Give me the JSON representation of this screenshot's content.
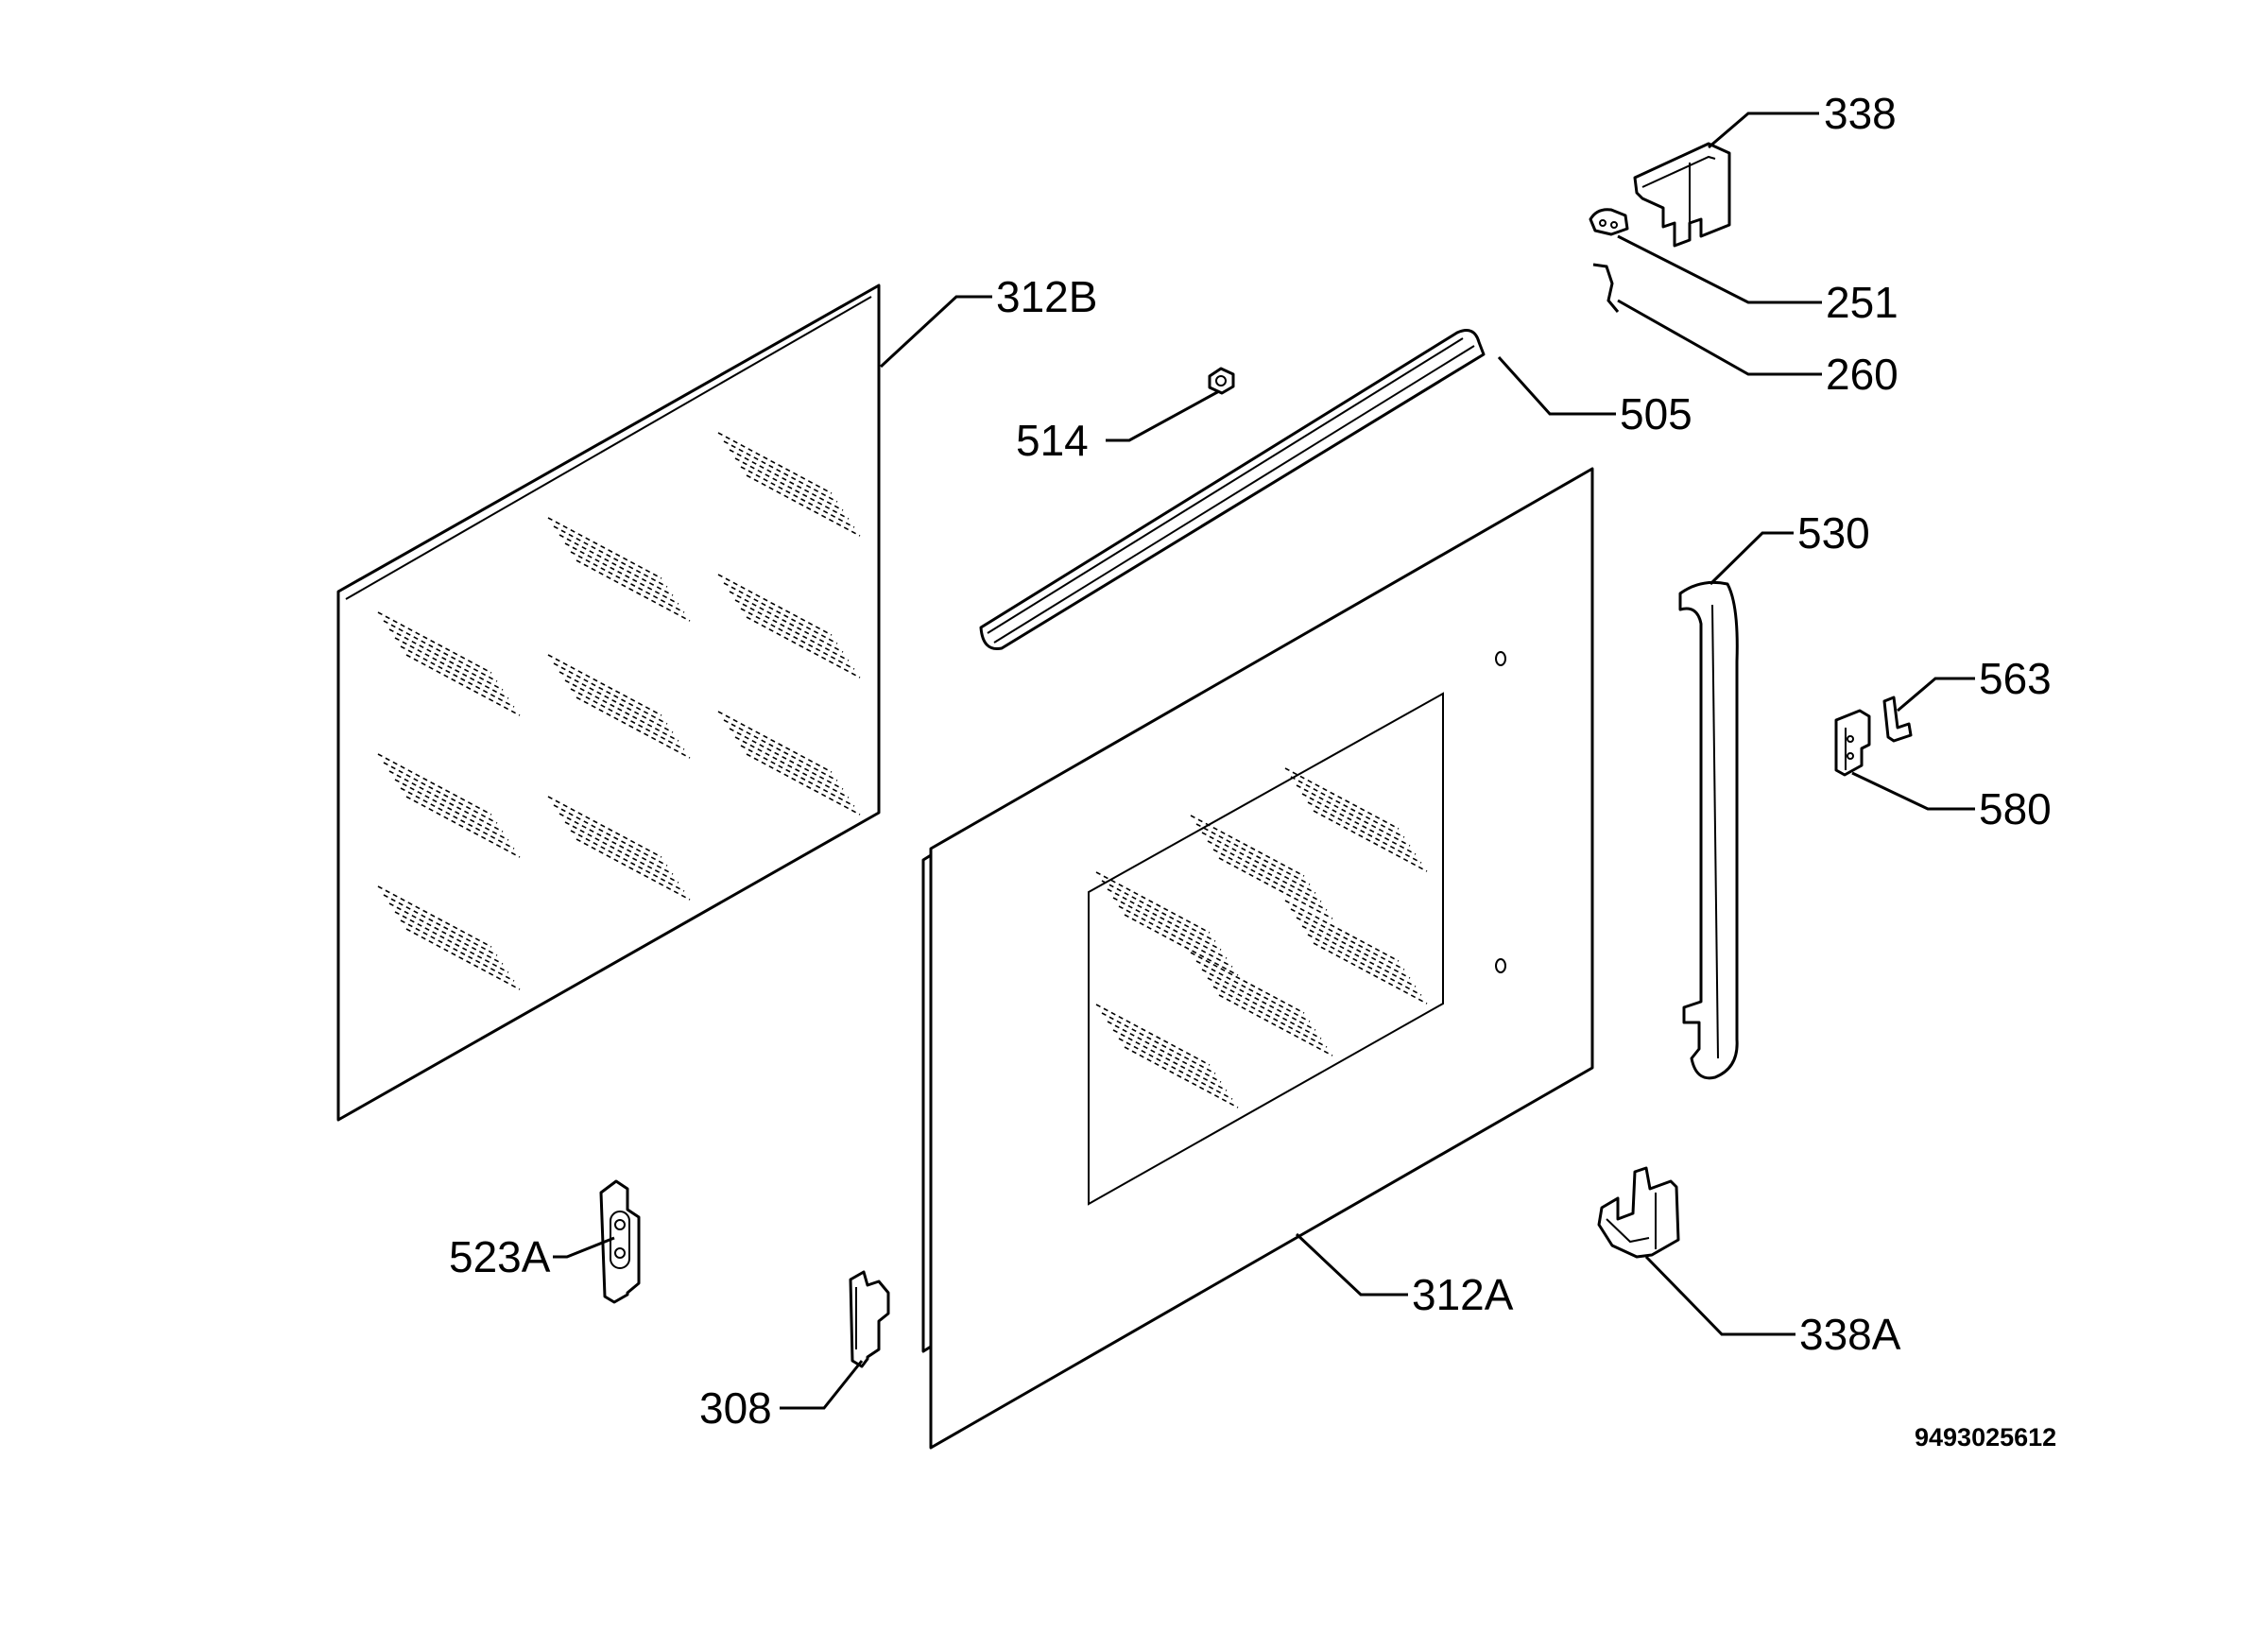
{
  "diagram": {
    "drawing_number": "9493025612",
    "callouts": [
      {
        "id": "338",
        "label": "338"
      },
      {
        "id": "251",
        "label": "251"
      },
      {
        "id": "260",
        "label": "260"
      },
      {
        "id": "312B",
        "label": "312B"
      },
      {
        "id": "505",
        "label": "505"
      },
      {
        "id": "514",
        "label": "514"
      },
      {
        "id": "530",
        "label": "530"
      },
      {
        "id": "563",
        "label": "563"
      },
      {
        "id": "580",
        "label": "580"
      },
      {
        "id": "523A",
        "label": "523A"
      },
      {
        "id": "312A",
        "label": "312A"
      },
      {
        "id": "338A",
        "label": "338A"
      },
      {
        "id": "308",
        "label": "308"
      }
    ]
  }
}
